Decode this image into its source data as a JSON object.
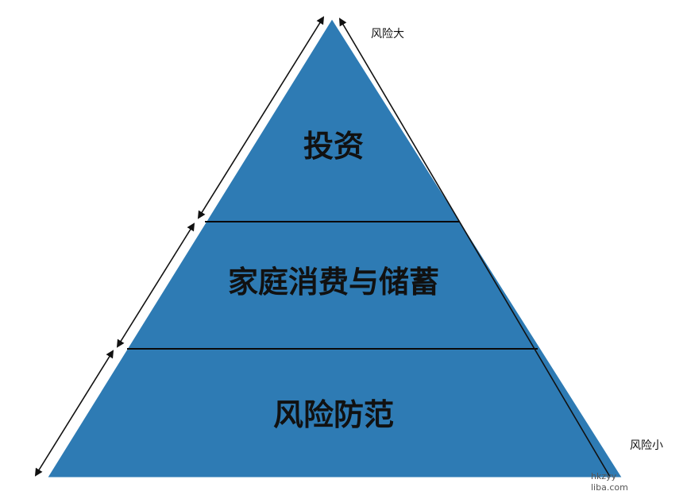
{
  "pyramid": {
    "fill_color": "#2e7bb4",
    "divider_color": "#0a0a0a",
    "tiers": [
      {
        "label": "投资"
      },
      {
        "label": "家庭消费与储蓄"
      },
      {
        "label": "风险防范"
      }
    ]
  },
  "risk_axis": {
    "top_label": "风险大",
    "bottom_label": "风险小"
  },
  "watermark": {
    "line1": "hkzyy",
    "line2": "liba.com"
  }
}
